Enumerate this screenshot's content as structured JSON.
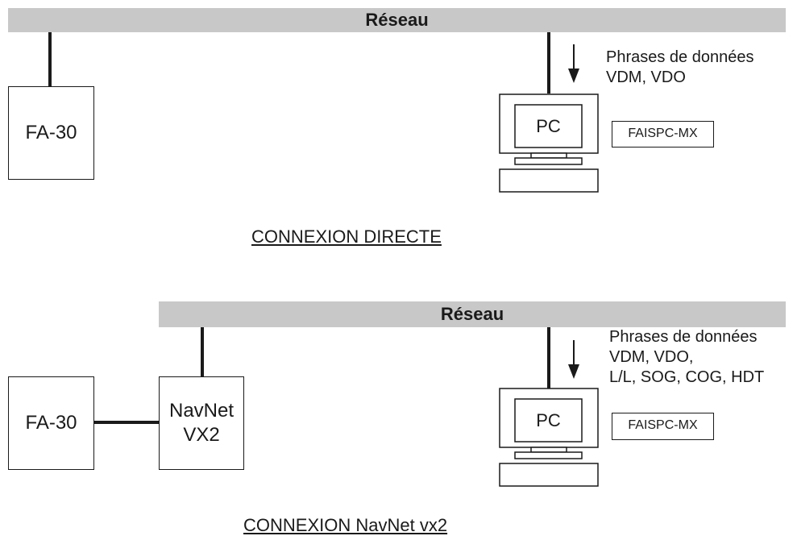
{
  "section_direct": {
    "network_label": "Réseau",
    "device_label": "FA-30",
    "pc_label": "PC",
    "software_label": "FAISPC-MX",
    "data_lines": [
      "Phrases de données",
      "VDM, VDO"
    ],
    "caption": "CONNEXION DIRECTE"
  },
  "section_navnet": {
    "network_label": "Réseau",
    "device_label": "FA-30",
    "navnet_lines": [
      "NavNet",
      "VX2"
    ],
    "pc_label": "PC",
    "software_label": "FAISPC-MX",
    "data_lines": [
      "Phrases de données",
      "VDM, VDO,",
      "L/L, SOG, COG, HDT"
    ],
    "caption": "CONNEXION NavNet vx2"
  }
}
